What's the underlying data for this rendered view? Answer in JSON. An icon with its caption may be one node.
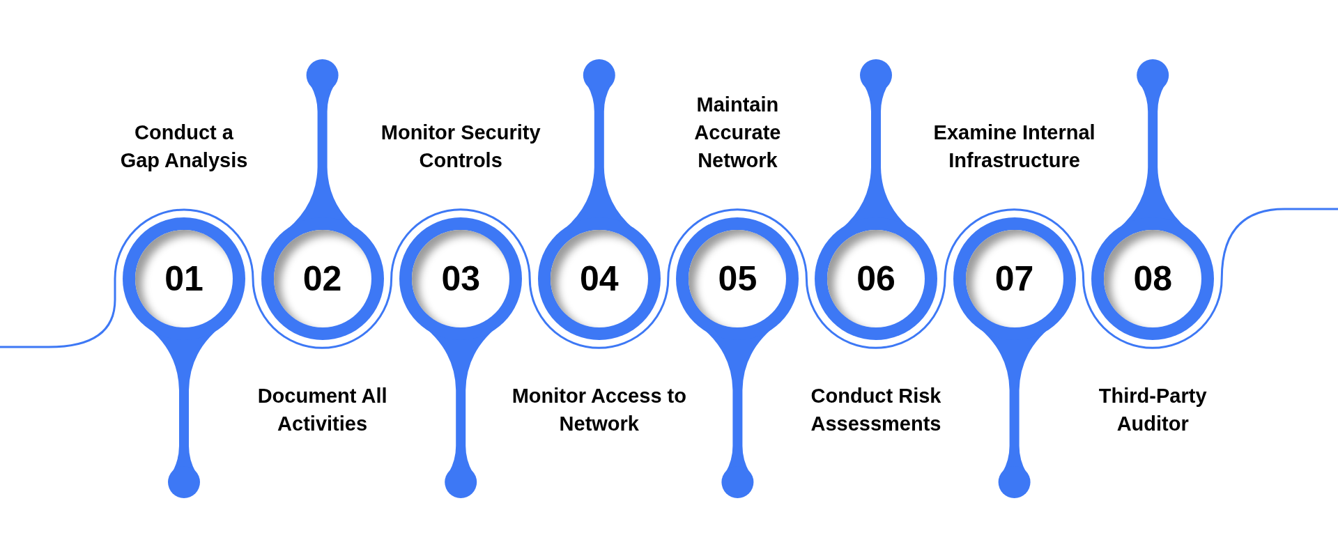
{
  "diagram": {
    "nodes": [
      {
        "text": [
          "01"
        ],
        "beside": [
          "Conduct a Gap Analysis"
        ]
      },
      {
        "text": [
          "02"
        ],
        "beside": [
          "Document All Activities"
        ]
      },
      {
        "text": [
          "03"
        ],
        "beside": [
          "Monitor Security Controls"
        ]
      },
      {
        "text": [
          "04"
        ],
        "beside": [
          "Monitor Access to Network"
        ]
      },
      {
        "text": [
          "05"
        ],
        "beside": [
          "Maintain Accurate Network"
        ]
      },
      {
        "text": [
          "06"
        ],
        "beside": [
          "Conduct Risk Assessments"
        ]
      },
      {
        "text": [
          "07"
        ],
        "beside": [
          "Examine Internal Infrastructure"
        ]
      },
      {
        "text": [
          "08"
        ],
        "beside": [
          "Third-Party Auditor"
        ]
      }
    ]
  }
}
